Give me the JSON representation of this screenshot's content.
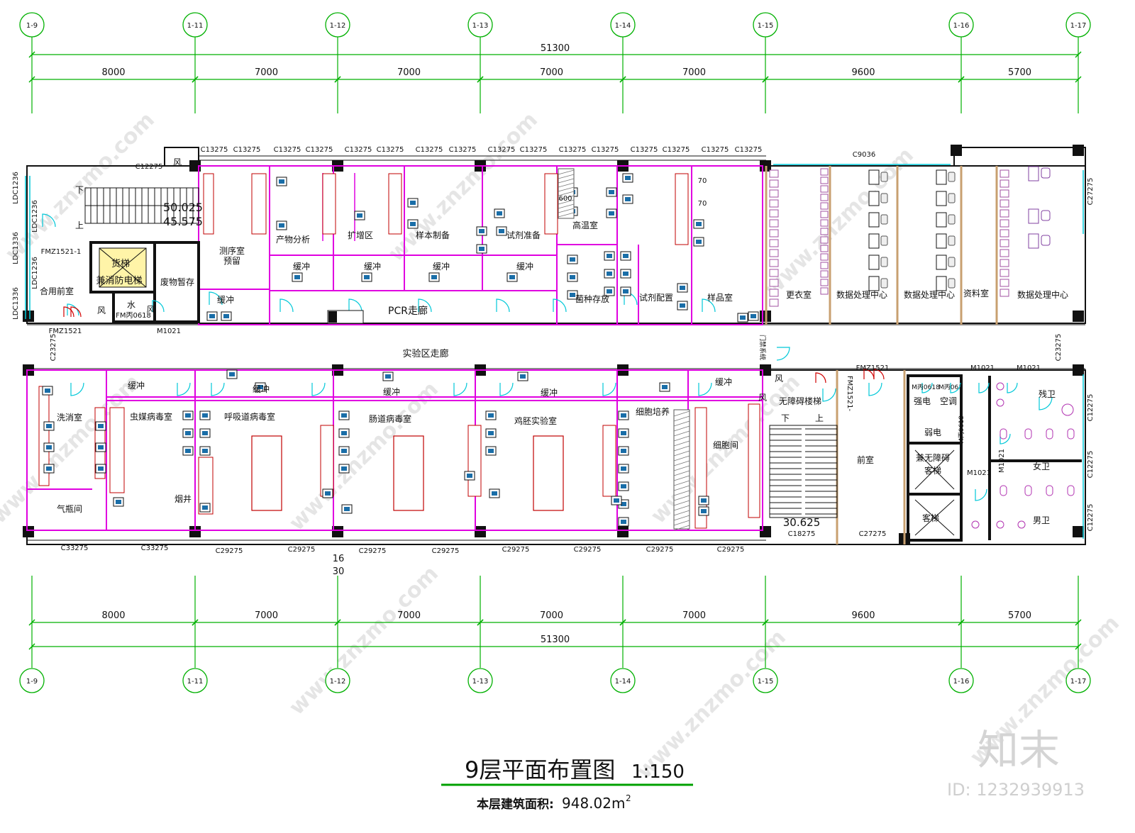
{
  "colors": {
    "grid": "#00b000",
    "wall": "#111111",
    "lab": "#e000e0",
    "door": "#00c8d8",
    "fixture": "#c00000",
    "title_line": "#00a000",
    "watermark": "#d8d8d8"
  },
  "axis_labels": [
    "1-9",
    "1-11",
    "1-12",
    "1-13",
    "1-14",
    "1-15",
    "1-16",
    "1-17"
  ],
  "dimensions": {
    "total": "51300",
    "spans": [
      "8000",
      "7000",
      "7000",
      "7000",
      "7000",
      "9600",
      "5700"
    ]
  },
  "window_tags_top": [
    "C13275",
    "C13275",
    "C13275",
    "C13275",
    "C13275",
    "C13275",
    "C13275",
    "C13275",
    "C13275",
    "C13275",
    "C13275",
    "C13275",
    "C13275",
    "C13275",
    "C13275",
    "C13275"
  ],
  "window_tag_top_misc": {
    "c12275": "C12275",
    "c9036": "C9036",
    "c27275": "C27275"
  },
  "window_tags_bottom": [
    "C33275",
    "C33275",
    "C29275",
    "C29275",
    "C29275",
    "C29275",
    "C29275",
    "C29275",
    "C29275",
    "C29275",
    "C18275",
    "C27275"
  ],
  "side_tags": {
    "ldc1": "LDC1236",
    "ldc2": "LDC1236",
    "ldc3": "LDC1336",
    "ldc4": "LDC1236",
    "ldc5": "LDC1336",
    "c23275a": "C23275",
    "c23275b": "C23275",
    "c12275a": "C12275",
    "c12275b": "C12275",
    "c12275c": "C12275"
  },
  "door_tags": {
    "fmz1521_1": "FMZ1521-1",
    "fmz1521": "FMZ1521",
    "fmz1521b": "FMZ1521",
    "fmz1521c": "FMZ1521-",
    "fm0618": "FM丙0618",
    "m1021a": "M1021",
    "m1021b": "M1021",
    "m1021c": "M1021",
    "m1021d": "M1021",
    "m1021e": "M1021",
    "m0618a": "M丙0618",
    "m0618b": "M丙061",
    "m0618c": "M丙0618"
  },
  "levels": {
    "l1": "50.025",
    "l2": "45.575",
    "l3": "30.625"
  },
  "misc": {
    "n16": "16",
    "n30": "30",
    "n600": "600",
    "n70a": "70",
    "n70b": "70"
  },
  "rooms": {
    "r_up": "上",
    "r_down": "下",
    "r_freight": "货梯",
    "r_fire_elev": "兼消防电梯",
    "r_water": "水",
    "r_wind1": "风",
    "r_wind2": "风",
    "r_wind3": "风",
    "r_wind4": "风",
    "r_wind5": "风",
    "r_front": "合用前室",
    "r_waste": "废物暂存",
    "r_seq": "测序室",
    "r_seq2": "预留",
    "r_product": "产物分析",
    "r_expand": "扩增区",
    "r_sample_prep": "样本制备",
    "r_reagent_prep": "试剂准备",
    "r_hightemp": "高温室",
    "r_strain": "菌种存放",
    "r_reagent_conf": "试剂配置",
    "r_sample_room": "样品室",
    "r_change": "更衣室",
    "r_data1": "数据处理中心",
    "r_data2": "数据处理中心",
    "r_archive": "资料室",
    "r_data3": "数据处理中心",
    "r_buf1": "缓冲",
    "r_buf2": "缓冲",
    "r_buf3": "缓冲",
    "r_buf4": "缓冲",
    "r_buf5": "缓冲",
    "r_pcr": "PCR走廊",
    "r_lab_corridor": "实验区走廊",
    "r_wash": "洗消室",
    "r_gas": "气瓶间",
    "r_arbo": "虫媒病毒室",
    "r_resp": "呼吸道病毒室",
    "r_gut": "肠道病毒室",
    "r_egg": "鸡胚实验室",
    "r_cell_culture": "细胞培养",
    "r_cell_room": "细胞间",
    "r_buf6": "缓冲",
    "r_buf7": "缓冲",
    "r_buf8": "缓冲",
    "r_buf9": "缓冲",
    "r_buf10": "缓冲",
    "r_chimney": "烟井",
    "r_access_stair": "无障碍楼梯",
    "r_down2": "下",
    "r_up2": "上",
    "r_lobby": "前室",
    "r_strong": "强电",
    "r_ac": "空调",
    "r_weak": "弱电",
    "r_acc_elev": "兼无障碍",
    "r_acc_elev2": "客梯",
    "r_guest_elev": "客梯",
    "r_women": "女卫",
    "r_men": "男卫",
    "r_dis_wc": "残卫",
    "r_gate": "门禁系统"
  },
  "title": {
    "main": "9层平面布置图",
    "scale": "1:150",
    "area_label": "本层建筑面积:",
    "area_value": "948.02m",
    "area_sup": "2"
  },
  "watermark": {
    "text": "www.znzmo.com",
    "brand": "知末",
    "id": "ID: 1232939913"
  }
}
